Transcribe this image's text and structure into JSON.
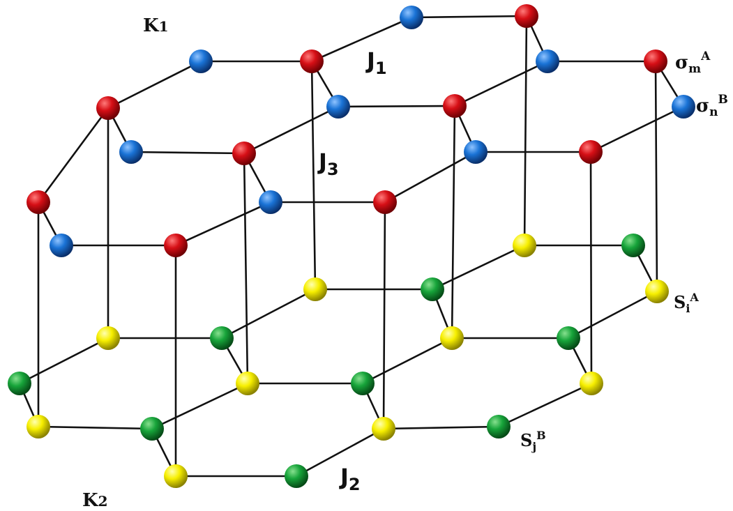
{
  "colors": {
    "red": {
      "light": "#ff7a7a",
      "base": "#d60f16",
      "dark": "#6e0004"
    },
    "blue": {
      "light": "#8fc3ff",
      "base": "#1a73d6",
      "dark": "#0a2f6a"
    },
    "yellow": {
      "light": "#ffffb0",
      "base": "#f7ef00",
      "dark": "#8a8200"
    },
    "green": {
      "light": "#86e08e",
      "base": "#17a43a",
      "dark": "#054a16"
    }
  },
  "labels": {
    "k1": {
      "main": "K",
      "sub": "1"
    },
    "k2": {
      "main": "K",
      "sub": "2"
    },
    "j1": {
      "main": "J",
      "sub": "1"
    },
    "j2": {
      "main": "J",
      "sub": "2"
    },
    "j3": {
      "main": "J",
      "sub": "3"
    },
    "sigma_m_a": {
      "main": "σ",
      "sub": "m",
      "sup": "A"
    },
    "sigma_n_b": {
      "main": "σ",
      "sub": "n",
      "sup": "B"
    },
    "s_i_a": {
      "main": "S",
      "sub": "i",
      "sup": "A"
    },
    "s_j_b": {
      "main": "S",
      "sub": "j",
      "sup": "B"
    }
  }
}
